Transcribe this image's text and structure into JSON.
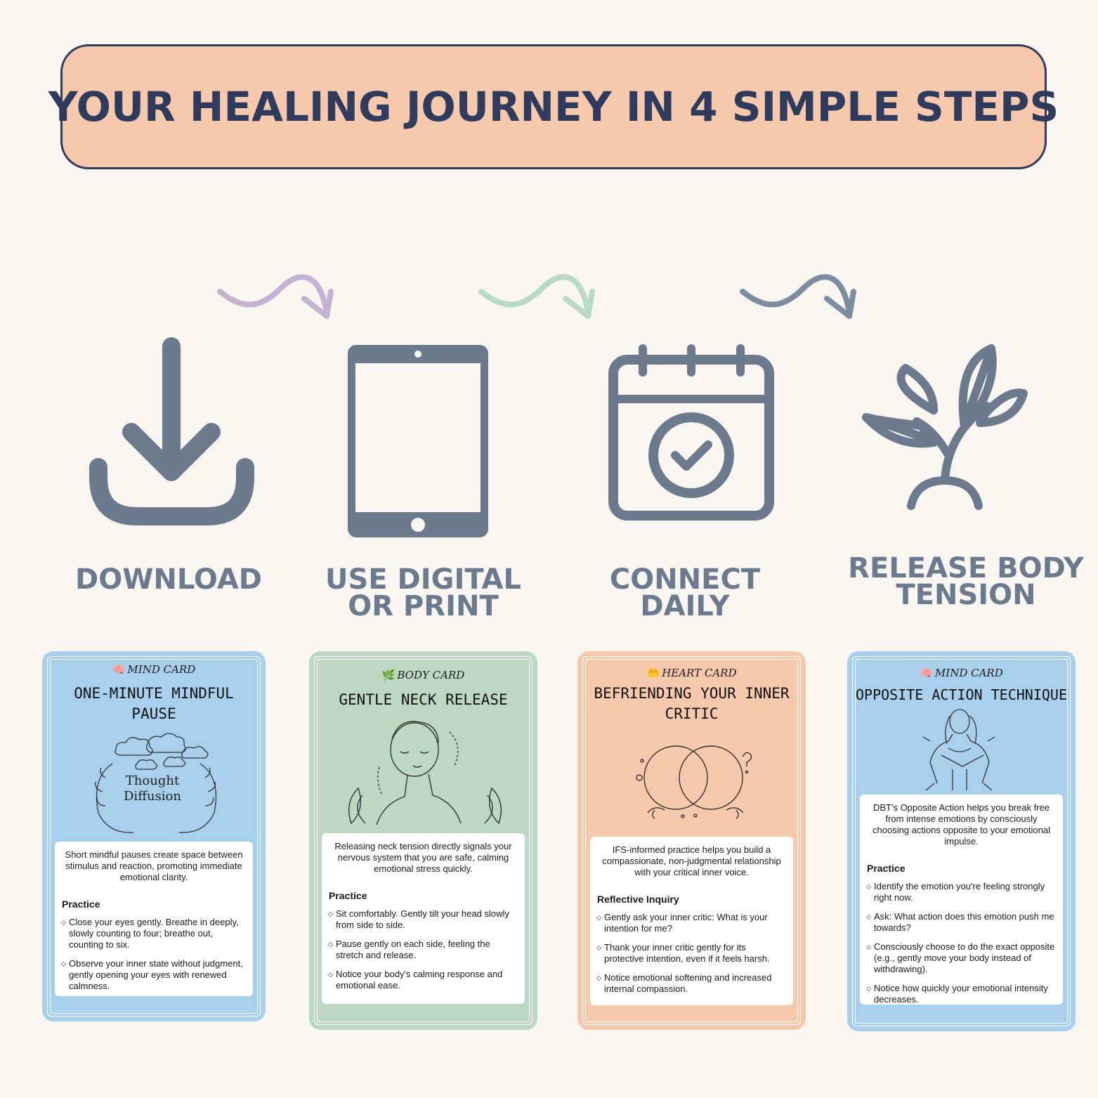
{
  "banner": {
    "title": "YOUR HEALING JOURNEY IN 4 SIMPLE STEPS"
  },
  "colors": {
    "background": "#f9f5f1",
    "banner": "#f6c9ac",
    "navy": "#2f3b5c",
    "icon_gray": "#6b7a8d",
    "arrow1": "#c4b3d0",
    "arrow2": "#b8d8c8",
    "arrow3": "#7c8da0",
    "card_blue": "#a8cfeb",
    "card_green": "#bcd8c3",
    "card_peach": "#f6c9ac"
  },
  "steps": [
    {
      "icon": "download-icon",
      "label": "DOWNLOAD"
    },
    {
      "icon": "tablet-icon",
      "label": "USE DIGITAL\nOR PRINT"
    },
    {
      "icon": "calendar-check-icon",
      "label": "CONNECT\nDAILY"
    },
    {
      "icon": "sprout-icon",
      "label": "RELEASE BODY\nTENSION"
    }
  ],
  "cards": [
    {
      "type_icon": "brain-icon",
      "type": "MIND CARD",
      "title": "ONE-MINUTE MINDFUL PAUSE",
      "art_text_1": "Thought",
      "art_text_2": "Diffusion",
      "intro": "Short mindful pauses create space between stimulus and reaction, promoting immediate emotional clarity.",
      "section": "Practice",
      "items": [
        "Close your eyes gently. Breathe in deeply, slowly counting to four; breathe out, counting to six.",
        "Observe your inner state without judgment, gently opening your eyes with renewed calmness."
      ]
    },
    {
      "type_icon": "leaf-icon",
      "type": "BODY CARD",
      "title": "GENTLE NECK RELEASE",
      "intro": "Releasing neck tension directly signals your nervous system that you are safe, calming emotional stress quickly.",
      "section": "Practice",
      "items": [
        "Sit comfortably. Gently tilt your head slowly from side to side.",
        "Pause gently on each side, feeling the stretch and release.",
        "Notice your body's calming response and emotional ease."
      ]
    },
    {
      "type_icon": "hands-heart-icon",
      "type": "HEART CARD",
      "title": "BEFRIENDING YOUR INNER CRITIC",
      "intro": "IFS-informed practice helps you build a compassionate, non-judgmental relationship with your critical inner voice.",
      "section": "Reflective Inquiry",
      "items": [
        "Gently ask your inner critic: What is your intention for me?",
        "Thank your inner critic gently for its protective intention, even if it feels harsh.",
        "Notice emotional softening and increased internal compassion."
      ]
    },
    {
      "type_icon": "brain-icon",
      "type": "MIND CARD",
      "title": "OPPOSITE ACTION TECHNIQUE",
      "intro": "DBT's Opposite Action helps you break free from intense emotions by consciously choosing actions opposite to your emotional impulse.",
      "section": "Practice",
      "items": [
        "Identify the emotion you're feeling strongly right now.",
        "Ask: What action does this emotion push me towards?",
        "Consciously choose to do the exact opposite (e.g., gently move your body instead of withdrawing).",
        "Notice how quickly your emotional intensity decreases."
      ]
    }
  ]
}
